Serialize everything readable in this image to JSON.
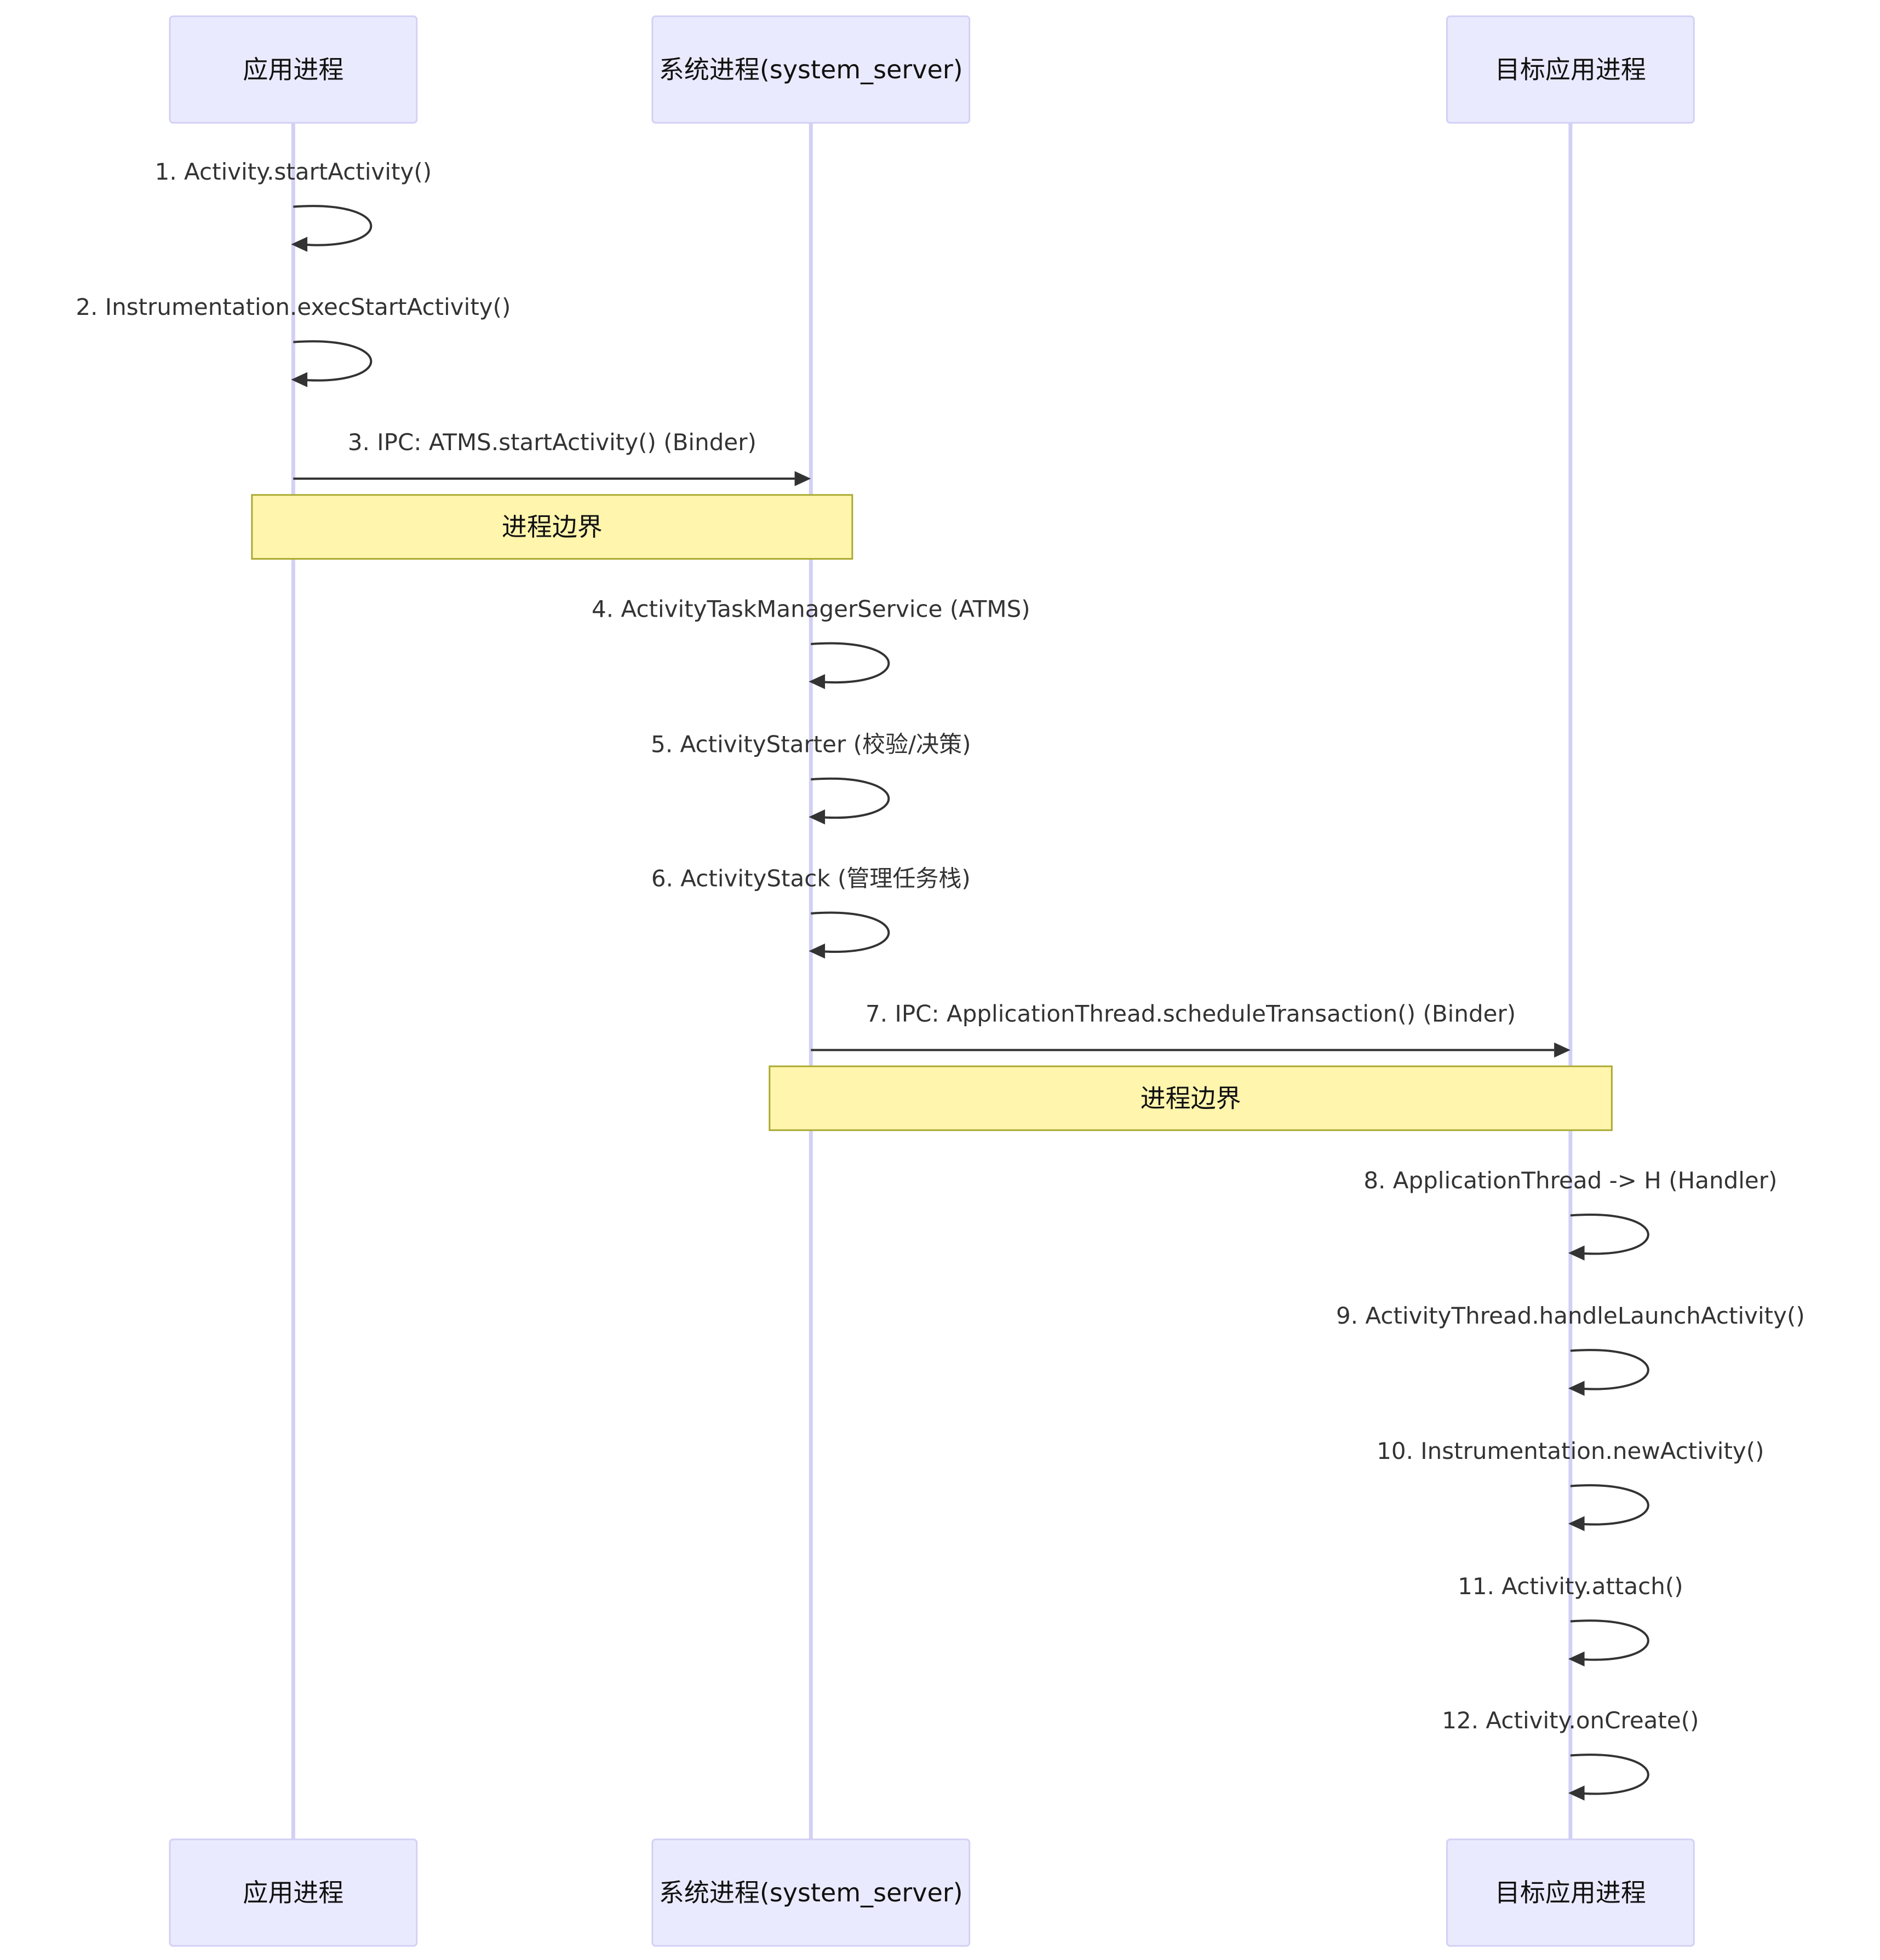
{
  "participants": [
    {
      "id": "app",
      "label": "应用进程"
    },
    {
      "id": "sys",
      "label": "系统进程(system_server)"
    },
    {
      "id": "target",
      "label": "目标应用进程"
    }
  ],
  "messages": [
    {
      "from": "app",
      "to": "app",
      "label": "1. Activity.startActivity()"
    },
    {
      "from": "app",
      "to": "app",
      "label": "2. Instrumentation.execStartActivity()"
    },
    {
      "from": "app",
      "to": "sys",
      "label": "3. IPC: ATMS.startActivity() (Binder)"
    },
    {
      "from": "sys",
      "to": "sys",
      "label": "4. ActivityTaskManagerService (ATMS)"
    },
    {
      "from": "sys",
      "to": "sys",
      "label": "5. ActivityStarter (校验/决策)"
    },
    {
      "from": "sys",
      "to": "sys",
      "label": "6. ActivityStack (管理任务栈)"
    },
    {
      "from": "sys",
      "to": "target",
      "label": "7. IPC: ApplicationThread.scheduleTransaction() (Binder)"
    },
    {
      "from": "target",
      "to": "target",
      "label": "8. ApplicationThread -> H (Handler)"
    },
    {
      "from": "target",
      "to": "target",
      "label": "9. ActivityThread.handleLaunchActivity()"
    },
    {
      "from": "target",
      "to": "target",
      "label": "10. Instrumentation.newActivity()"
    },
    {
      "from": "target",
      "to": "target",
      "label": "11. Activity.attach()"
    },
    {
      "from": "target",
      "to": "target",
      "label": "12. Activity.onCreate()"
    }
  ],
  "notes": [
    {
      "from": "app",
      "to": "sys",
      "label": "进程边界"
    },
    {
      "from": "sys",
      "to": "target",
      "label": "进程边界"
    }
  ],
  "colors": {
    "actor_fill": "#eaeaff",
    "actor_stroke": "#d3d0f5",
    "note_fill": "#fff5ad",
    "note_stroke": "#aaaa33",
    "line": "#333333"
  }
}
